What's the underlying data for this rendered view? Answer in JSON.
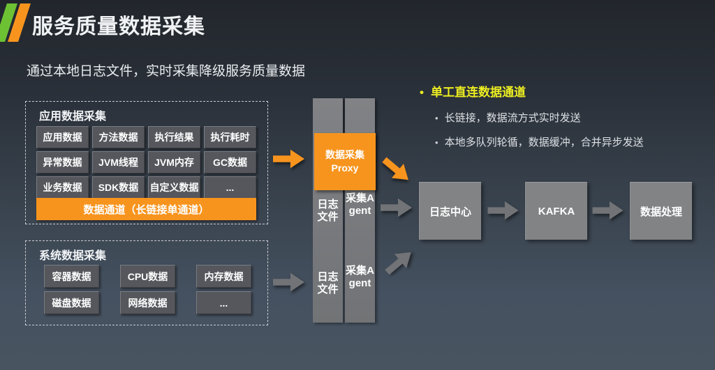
{
  "title": "服务质量数据采集",
  "subtitle": "通过本地日志文件，实时采集降级服务质量数据",
  "app_section": {
    "label": "应用数据采集",
    "rows": [
      [
        "应用数据",
        "方法数据",
        "执行结果",
        "执行耗时"
      ],
      [
        "异常数据",
        "JVM线程",
        "JVM内存",
        "GC数据"
      ],
      [
        "业务数据",
        "SDK数据",
        "自定义数据",
        "..."
      ]
    ],
    "channel_bar": "数据通道（长链接单通道）"
  },
  "system_section": {
    "label": "系统数据采集",
    "rows": [
      [
        "容器数据",
        "CPU数据",
        "内存数据"
      ],
      [
        "磁盘数据",
        "网络数据",
        "..."
      ]
    ]
  },
  "pipeline": {
    "log_file_label": "日志文件",
    "agent_label": "采集Agent",
    "proxy_line1": "数据采集",
    "proxy_line2": "Proxy",
    "chain": [
      "日志中心",
      "KAFKA",
      "数据处理"
    ]
  },
  "notes": {
    "heading": "单工直连数据通道",
    "bullets": [
      "长链接，数据流方式实时发送",
      "本地多队列轮循，数据缓冲，合并异步发送"
    ]
  },
  "colors": {
    "accent_orange": "#F7941E",
    "logo_green": "#6DC234",
    "highlight_yellow": "#EDEE21",
    "box_gray": "#828385",
    "dark_cell_gray": "#55575C"
  }
}
